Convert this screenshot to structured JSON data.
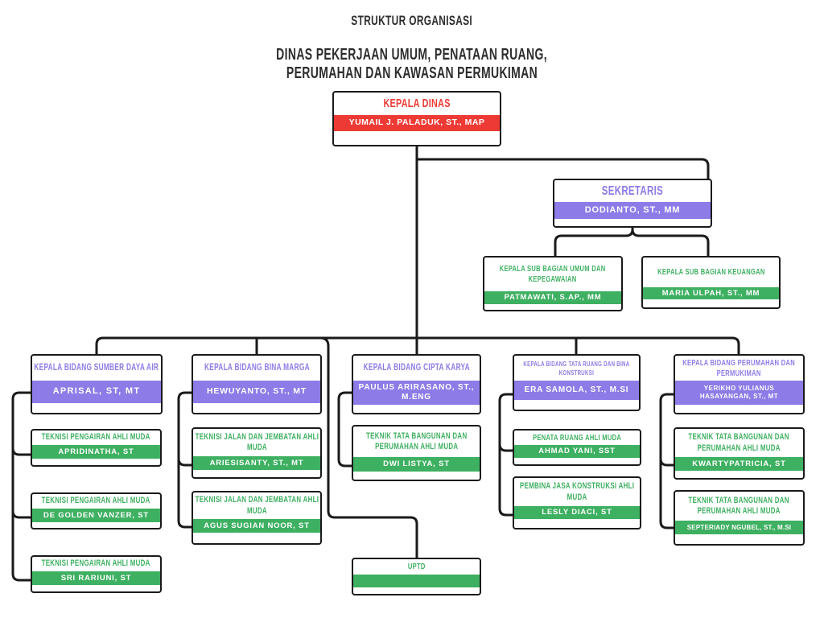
{
  "header": {
    "title": "STRUKTUR ORGANISASI",
    "subtitle_line1": "DINAS PEKERJAAN UMUM, PENATAAN RUANG,",
    "subtitle_line2": "PERUMAHAN DAN KAWASAN PERMUKIMAN"
  },
  "colors": {
    "red": "#ee3a35",
    "purple": "#8d7be7",
    "green": "#3eb061",
    "line": "#1a1a1a"
  },
  "nodes": {
    "kepala_dinas": {
      "role": "KEPALA DINAS",
      "name": "YUMAIL J. PALADUK, ST., MAP"
    },
    "sekretaris": {
      "role": "SEKRETARIS",
      "name": "DODIANTO, ST., MM"
    },
    "sub_umum": {
      "role": "KEPALA SUB BAGIAN UMUM DAN KEPEGAWAIAN",
      "name": "PATMAWATI, S.AP., MM"
    },
    "sub_keuangan": {
      "role": "KEPALA SUB BAGIAN KEUANGAN",
      "name": "MARIA ULPAH, ST., MM"
    },
    "bidang_sda": {
      "role": "KEPALA BIDANG SUMBER DAYA AIR",
      "name": "APRISAL, ST, MT"
    },
    "bidang_bina_marga": {
      "role": "KEPALA BIDANG BINA MARGA",
      "name": "HEWUYANTO, ST., MT"
    },
    "bidang_cipta_karya": {
      "role": "KEPALA BIDANG CIPTA KARYA",
      "name": "PAULUS ARIRASANO, ST., M.ENG"
    },
    "bidang_tata_ruang": {
      "role": "KEPALA BIDANG TATA RUANG DAN BINA KONSTRUKSI",
      "name": "ERA SAMOLA, ST., M.SI"
    },
    "bidang_perumahan": {
      "role": "KEPALA BIDANG PERUMAHAN DAN PERMUKIMAN",
      "name": "YERIKHO YULIANUS HASAYANGAN, ST., MT"
    },
    "sda_staff_1": {
      "role": "TEKNISI PENGAIRAN AHLI MUDA",
      "name": "APRIDINATHA, ST"
    },
    "sda_staff_2": {
      "role": "TEKNISI PENGAIRAN AHLI MUDA",
      "name": "DE GOLDEN VANZER, ST"
    },
    "sda_staff_3": {
      "role": "TEKNISI PENGAIRAN AHLI MUDA",
      "name": "SRI RARIUNI, ST"
    },
    "bm_staff_1": {
      "role": "TEKNISI JALAN DAN JEMBATAN AHLI MUDA",
      "name": "ARIESISANTY, ST., MT"
    },
    "bm_staff_2": {
      "role": "TEKNISI JALAN DAN JEMBATAN AHLI MUDA",
      "name": "AGUS SUGIAN NOOR, ST"
    },
    "ck_staff_1": {
      "role": "TEKNIK TATA BANGUNAN DAN PERUMAHAN AHLI MUDA",
      "name": "DWI LISTYA, ST"
    },
    "tr_staff_1": {
      "role": "PENATA RUANG AHLI MUDA",
      "name": "AHMAD YANI, SST"
    },
    "tr_staff_2": {
      "role": "PEMBINA JASA KONSTRUKSI AHLI MUDA",
      "name": "LESLY DIACI, ST"
    },
    "pp_staff_1": {
      "role": "TEKNIK TATA BANGUNAN DAN PERUMAHAN AHLI MUDA",
      "name": "KWARTYPATRICIA, ST"
    },
    "pp_staff_2": {
      "role": "TEKNIK TATA BANGUNAN DAN PERUMAHAN AHLI MUDA",
      "name": "SEPTERIADY NGUBEL, ST., M.SI"
    },
    "uptd": {
      "role": "UPTD",
      "name": ""
    }
  }
}
